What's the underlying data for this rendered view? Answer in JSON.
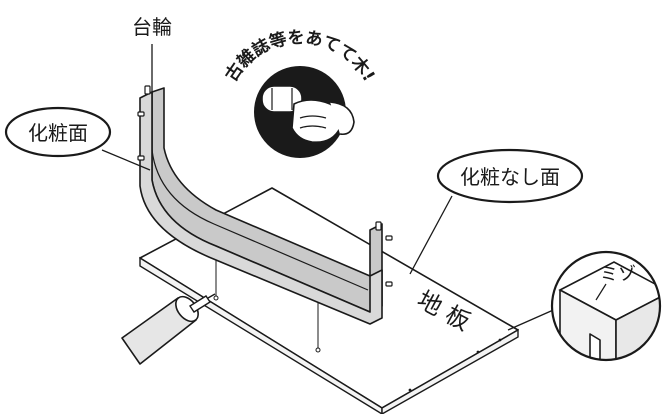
{
  "labels": {
    "base_stand": "台輪",
    "finished_face": "化粧面",
    "unfinished_face": "化粧なし面",
    "floor_board": "地 板",
    "groove": "ミゾ"
  },
  "callout": {
    "text": "古雑誌等をあてて木!"
  },
  "colors": {
    "outline": "#1a1a1a",
    "stand_fill": "#d9d9d9",
    "board_fill": "#ffffff",
    "hammer_badge": "#1a1a1a"
  }
}
